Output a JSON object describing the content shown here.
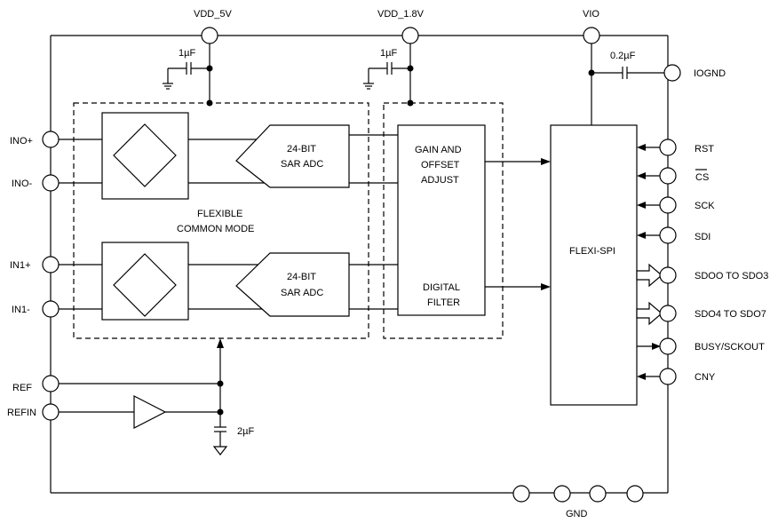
{
  "supplies": {
    "vdd5": "VDD_5V",
    "vdd18": "VDD_1.8V",
    "vio": "VIO",
    "iognd": "IOGND"
  },
  "capacitors": {
    "c_vdd5": "1µF",
    "c_vdd18": "1µF",
    "c_vio": "0.2µF",
    "c_ref": "2µF"
  },
  "inputs": {
    "in0p": "INO+",
    "in0m": "INO-",
    "in1p": "IN1+",
    "in1m": "IN1-",
    "ref": "REF",
    "refin": "REFIN"
  },
  "blocks": {
    "adc_line1": "24-BIT",
    "adc_line2": "SAR ADC",
    "flex_line1": "FLEXIBLE",
    "flex_line2": "COMMON MODE",
    "gain_line1": "GAIN AND",
    "gain_line2": "OFFSET",
    "gain_line3": "ADJUST",
    "filter_line1": "DIGITAL",
    "filter_line2": "FILTER",
    "spi": "FLEXI-SPI"
  },
  "outputs": {
    "rst": "RST",
    "cs": "CS",
    "sck": "SCK",
    "sdi": "SDI",
    "sdo_a": "SDOO TO SDO3",
    "sdo_b": "SDO4 TO SDO7",
    "busy": "BUSY/SCKOUT",
    "cny": "CNY"
  },
  "gnd": "GND"
}
